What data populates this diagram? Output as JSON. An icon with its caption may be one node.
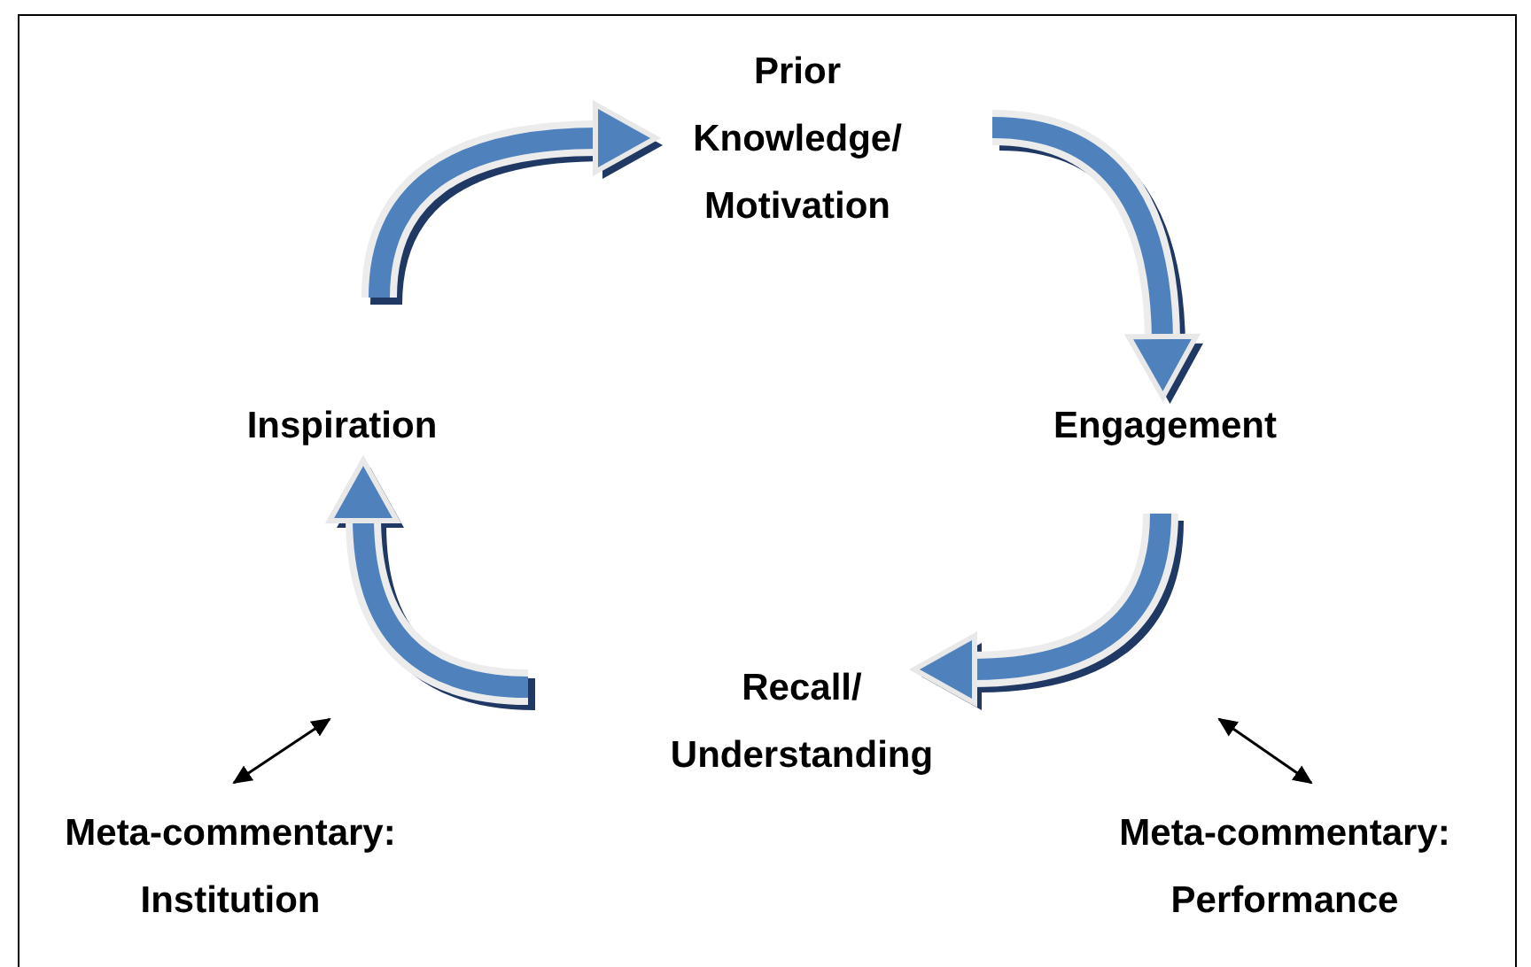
{
  "diagram": {
    "nodes": [
      {
        "text": [
          "Prior Knowledge/ Motivation"
        ]
      },
      {
        "text": [
          "Engagement"
        ]
      },
      {
        "text": [
          "Recall/ Understanding"
        ]
      },
      {
        "text": [
          "Inspiration"
        ]
      },
      {
        "text": [
          "Meta-commentary: Institution"
        ]
      },
      {
        "text": [
          "Meta-commentary: Performance"
        ]
      }
    ],
    "edges": [
      {
        "from": 3,
        "to": 0,
        "arrow": "to"
      },
      {
        "from": 0,
        "to": 1,
        "arrow": "to"
      },
      {
        "from": 1,
        "to": 2,
        "arrow": "to"
      },
      {
        "from": 2,
        "to": 3,
        "arrow": "to"
      },
      {
        "from": 4,
        "to": null,
        "arrow": "both",
        "color": "#000000"
      },
      {
        "from": 5,
        "to": null,
        "arrow": "both",
        "color": "#000000"
      }
    ]
  }
}
